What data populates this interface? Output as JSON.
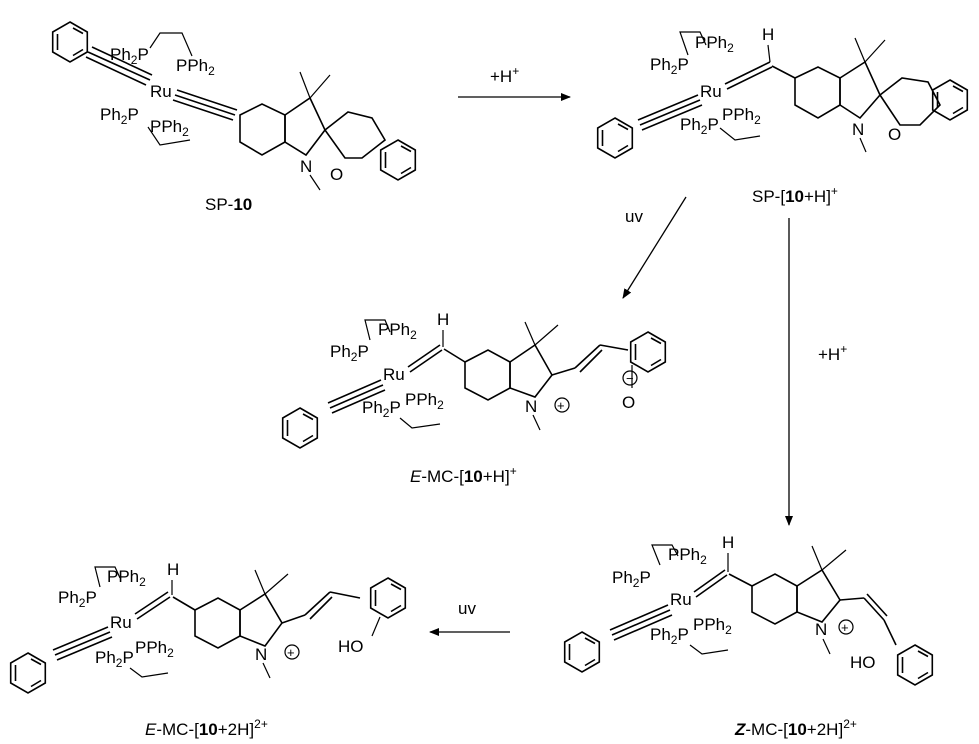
{
  "atoms": {
    "ru": "Ru",
    "ph2p": "Ph",
    "ph2p_sub": "2",
    "ph2p_p": "P",
    "pph2_p": "PPh",
    "pph2_sub": "2",
    "n": "N",
    "o": "O",
    "h": "H",
    "minus": "−",
    "plus": "+",
    "ho": "HO"
  },
  "captions": {
    "sp10": {
      "prefix": "SP-",
      "bold": "10",
      "suffix": ""
    },
    "sp10h": {
      "prefix": "SP-[",
      "bold": "10",
      "suffix": "+H]",
      "sup": "+"
    },
    "emc10h": {
      "italic": "E",
      "prefix": "-MC-[",
      "bold": "10",
      "suffix": "+H]",
      "sup": "+"
    },
    "emc102h": {
      "italic": "E",
      "prefix": "-MC-[",
      "bold": "10",
      "suffix": "+2H]",
      "sup": "2+"
    },
    "zmc102h": {
      "italic": "Z",
      "prefix": "-MC-[",
      "bold": "10",
      "suffix": "+2H]",
      "sup": "2+"
    }
  },
  "arrows": {
    "protonation_1": {
      "text": "+H",
      "sup": "+"
    },
    "uv_1": "uv",
    "protonation_2": {
      "text": "+H",
      "sup": "+"
    },
    "uv_2": "uv"
  }
}
